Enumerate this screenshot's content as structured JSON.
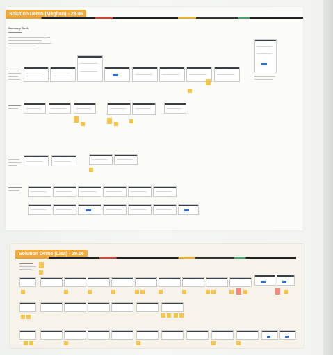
{
  "boards": {
    "meghan": {
      "title": "Solution Demo (Meghan) - 29.06",
      "heading": "Summary Deck"
    },
    "lisa": {
      "title": "Solution Demo (Lisa) - 29.06"
    }
  },
  "colors": {
    "title_tag": "#f2a93b",
    "sticky_note": "#f4c54a",
    "sticky_note_pink": "#f08a7e",
    "accent_blue": "#2d6bd8"
  }
}
